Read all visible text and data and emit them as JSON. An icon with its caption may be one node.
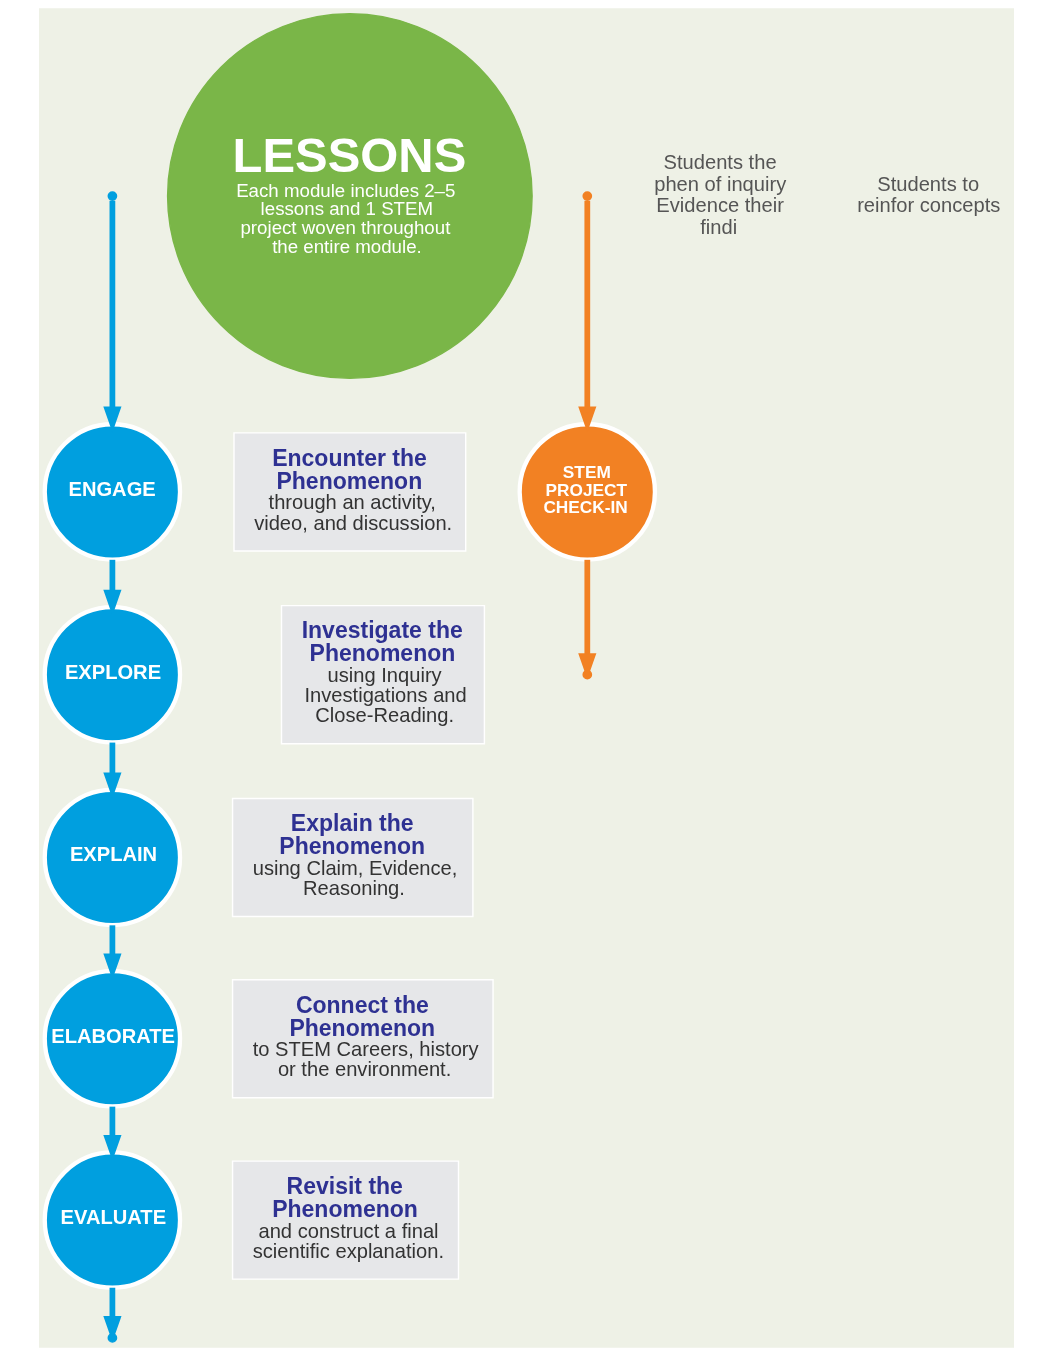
{
  "diagram": {
    "nodes": [
      {
        "text": [
          "ENGAGE"
        ]
      },
      {
        "text": [
          "Encounter the Phenomenon",
          "through an activity, video, and discussion."
        ]
      },
      {
        "text": [
          "EXPLORE"
        ]
      },
      {
        "text": [
          "Investigate the Phenomenon",
          "using Inquiry Investigations and Close-Reading."
        ]
      },
      {
        "text": [
          "EXPLAIN"
        ]
      },
      {
        "text": [
          "Explain the Phenomenon",
          "using Claim, Evidence, Reasoning."
        ]
      },
      {
        "text": [
          "ELABORATE"
        ]
      },
      {
        "text": [
          "Connect the Phenomenon",
          "to STEM Careers, history or the environment."
        ]
      },
      {
        "text": [
          "EVALUATE"
        ]
      },
      {
        "text": [
          "Revisit the Phenomenon",
          "and construct a final scientific explanation."
        ]
      },
      {
        "text": [
          "LESSONS",
          "Each module includes 2–5 lessons and 1 STEM project woven throughout the entire module."
        ]
      },
      {
        "text": [
          "STEM PROJECT CHECK-IN"
        ]
      }
    ],
    "edges": [
      {
        "from": null,
        "to": 0,
        "arrow": "to",
        "color": "#009fdf"
      },
      {
        "from": 0,
        "to": 2,
        "arrow": "to",
        "color": "#009fdf"
      },
      {
        "from": 2,
        "to": 4,
        "arrow": "to",
        "color": "#009fdf"
      },
      {
        "from": 4,
        "to": 6,
        "arrow": "to",
        "color": "#009fdf"
      },
      {
        "from": 6,
        "to": 8,
        "arrow": "to",
        "color": "#009fdf"
      },
      {
        "from": 8,
        "to": null,
        "arrow": "to",
        "color": "#009fdf"
      },
      {
        "from": null,
        "to": 11,
        "arrow": "to",
        "color": "#f28123"
      },
      {
        "from": 11,
        "to": null,
        "arrow": "to",
        "color": "#f28123"
      }
    ],
    "labels": [
      "Students the phen of inquiry Evidence their findi",
      "Students to reinfor concepts"
    ]
  }
}
